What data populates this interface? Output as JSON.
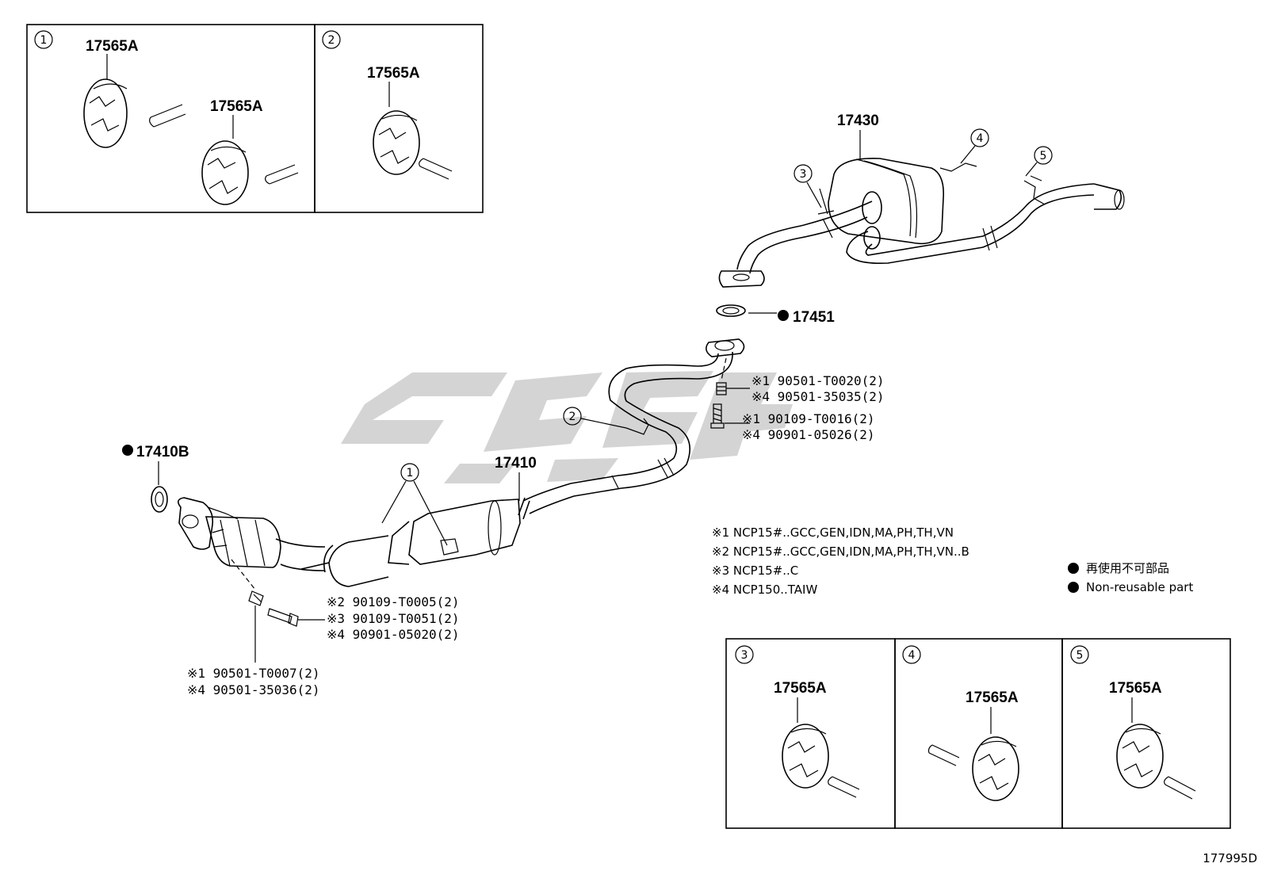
{
  "callouts": {
    "c1": "1",
    "c2": "2",
    "c3": "3",
    "c4": "4",
    "c5": "5"
  },
  "inset_boxes": {
    "box1": {
      "callout": "1",
      "parts": [
        "17565A",
        "17565A"
      ]
    },
    "box2": {
      "callout": "2",
      "parts": [
        "17565A"
      ]
    },
    "box3": {
      "callout": "3",
      "parts": [
        "17565A"
      ]
    },
    "box4": {
      "callout": "4",
      "parts": [
        "17565A"
      ]
    },
    "box5": {
      "callout": "5",
      "parts": [
        "17565A"
      ]
    }
  },
  "main_parts": {
    "muffler": "17430",
    "gasket_upper": "17451",
    "front_pipe": "17410",
    "gasket_front": "17410B"
  },
  "fastener_labels": {
    "upper_nut_1": "※1 90501-T0020(2)",
    "upper_nut_4": "※4 90501-35035(2)",
    "upper_bolt_1": "※1 90109-T0016(2)",
    "upper_bolt_4": "※4 90901-05026(2)",
    "lower_bolt_2": "※2 90109-T0005(2)",
    "lower_bolt_3": "※3 90109-T0051(2)",
    "lower_bolt_4": "※4 90901-05020(2)",
    "lower_nut_1": "※1 90501-T0007(2)",
    "lower_nut_4": "※4 90501-35036(2)"
  },
  "notes": [
    "※1 NCP15#..GCC,GEN,IDN,MA,PH,TH,VN",
    "※2 NCP15#..GCC,GEN,IDN,MA,PH,TH,VN..B",
    "※3 NCP15#..C",
    "※4 NCP150..TAIW"
  ],
  "legend": {
    "jp": "再使用不可部品",
    "en": "Non-reusable part"
  },
  "diagram_code": "177995D",
  "colors": {
    "line": "#000000",
    "watermark": "#d4d4d4"
  }
}
